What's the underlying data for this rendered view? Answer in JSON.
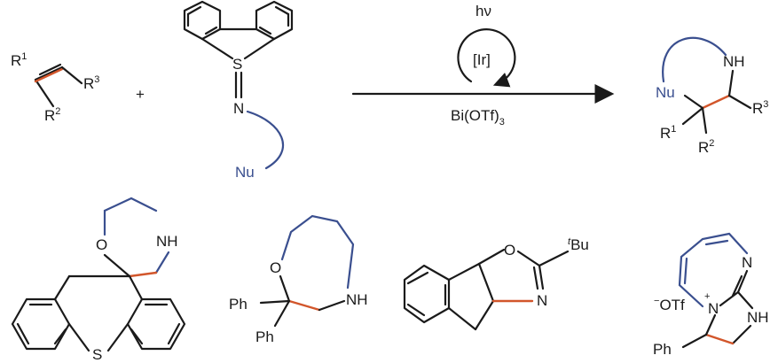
{
  "colors": {
    "ink": "#1a1a1a",
    "tether": "#3a4f8f",
    "new_bond": "#d2562b"
  },
  "reaction": {
    "plus": "+",
    "above_arrow": "hν",
    "catalyst": "[Ir]",
    "below_arrow_main": "Bi(OTf)",
    "below_arrow_sub": "3",
    "alkene": {
      "R": "R",
      "s1": "1",
      "s2": "2",
      "s3": "3"
    },
    "reagent": {
      "S": "S",
      "N": "N",
      "Nu": "Nu"
    },
    "product": {
      "NH": "NH",
      "Nu": "Nu",
      "R": "R",
      "s1": "1",
      "s2": "2",
      "s3": "3"
    }
  },
  "examples": {
    "spiro": {
      "O": "O",
      "NH": "NH",
      "S": "S"
    },
    "oxazepane": {
      "O": "O",
      "NH": "NH",
      "Ph1": "Ph",
      "Ph2": "Ph"
    },
    "oxazoline": {
      "O": "O",
      "N": "N",
      "tBu_t": "t",
      "tBu": "Bu"
    },
    "imidazo": {
      "N1": "N",
      "N2": "N",
      "NH": "NH",
      "Ph": "Ph",
      "anion": "OTf",
      "minus": "−",
      "plus": "+"
    }
  }
}
